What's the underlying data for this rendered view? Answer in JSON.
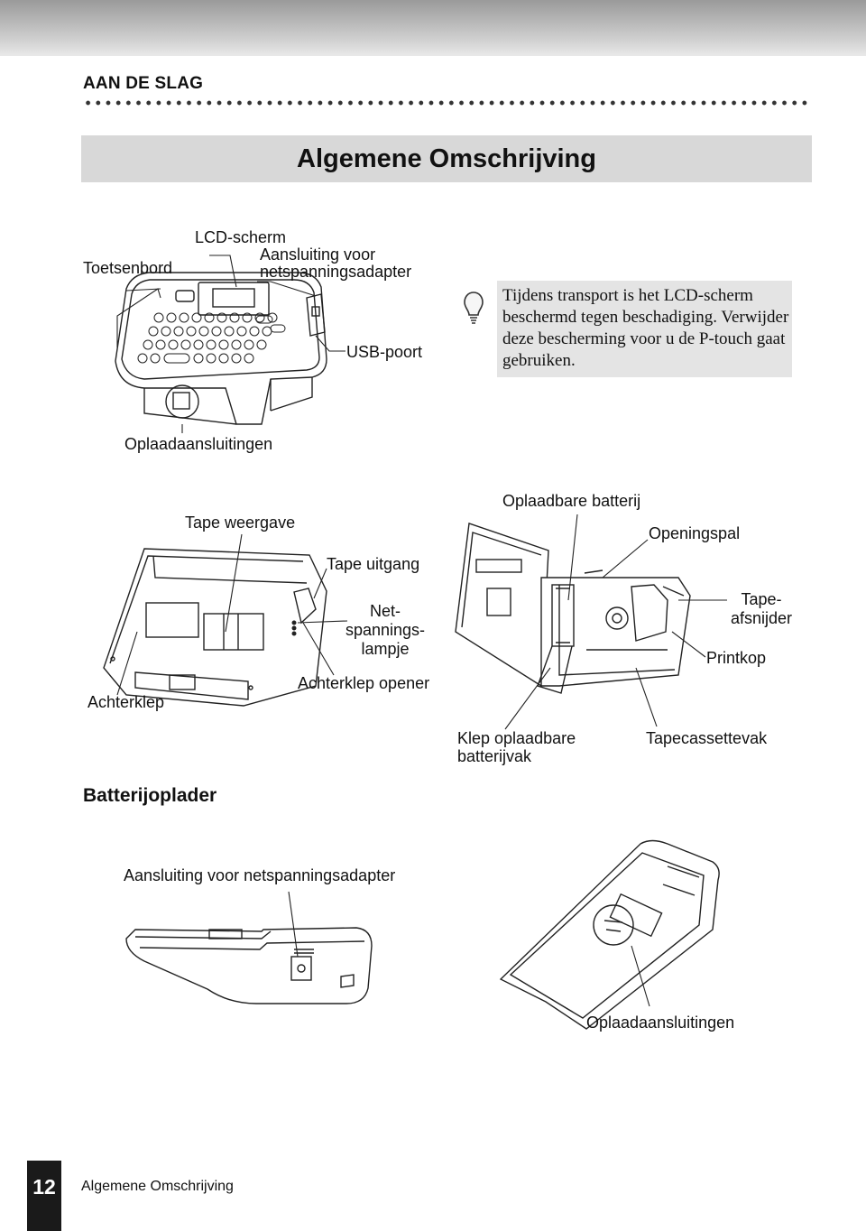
{
  "header": {
    "section": "AAN DE SLAG",
    "title": "Algemene Omschrijving"
  },
  "figure1": {
    "labels": {
      "toetsenbord": "Toetsenbord",
      "lcd": "LCD-scherm",
      "adapter_line1": "Aansluiting voor",
      "adapter_line2": "netspanningsadapter",
      "usb": "USB-poort",
      "oplaad": "Oplaadaansluitingen"
    }
  },
  "note": {
    "icon": "lightbulb-icon",
    "text": "Tijdens transport is het LCD-scherm beschermd tegen beschadiging. Verwijder deze bescherming voor u de P-touch gaat gebruiken."
  },
  "figure2": {
    "labels": {
      "tape_weergave": "Tape weergave",
      "tape_uitgang": "Tape uitgang",
      "net_1": "Net-",
      "net_2": "spannings-",
      "net_3": "lampje",
      "achterklep": "Achterklep",
      "achterklep_opener": "Achterklep opener"
    }
  },
  "figure3": {
    "labels": {
      "batterij": "Oplaadbare batterij",
      "openingspal": "Openingspal",
      "tape_1": "Tape-",
      "tape_2": "afsnijder",
      "printkop": "Printkop",
      "klep_1": "Klep oplaadbare",
      "klep_2": "batterijvak",
      "cassettevak": "Tapecassettevak"
    }
  },
  "charger": {
    "heading": "Batterijoplader",
    "adapter": "Aansluiting voor netspanningsadapter",
    "oplaad": "Oplaadaansluitingen"
  },
  "footer": {
    "page_number": "12",
    "text": "Algemene Omschrijving"
  }
}
